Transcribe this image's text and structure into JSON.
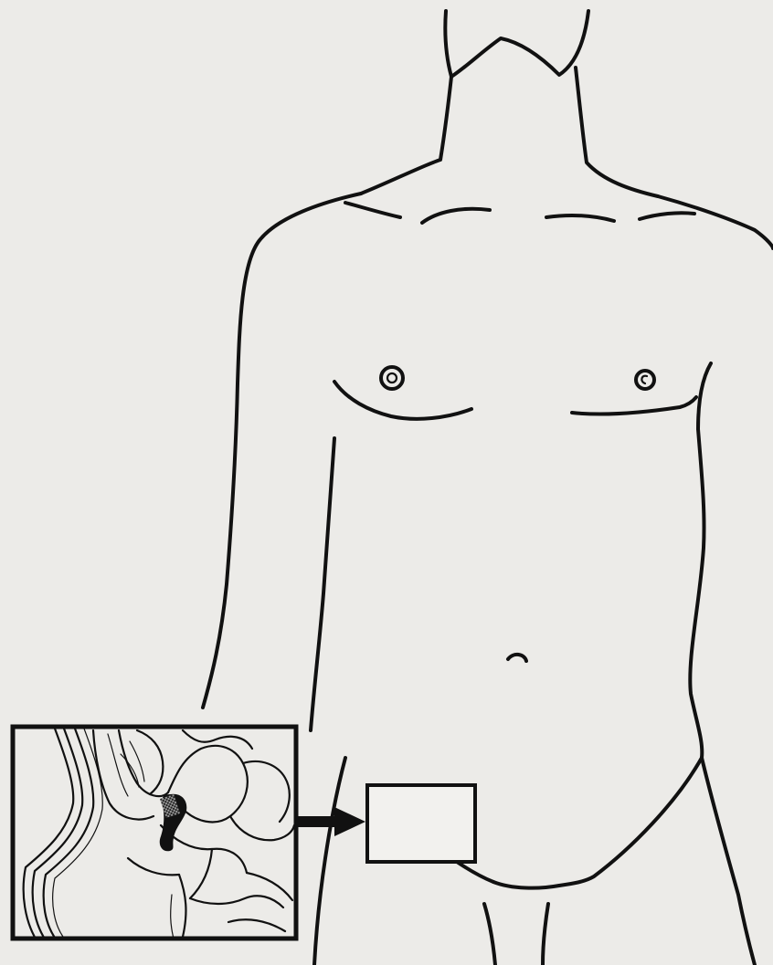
{
  "figure": {
    "subject": "male-torso-outline",
    "highlight": "lower-right-abdomen-box",
    "inset": "intestinal-loops-detail",
    "colors": {
      "ink": "#111111",
      "paper": "#ecebe8",
      "box_fill": "#f2f1ee"
    }
  }
}
